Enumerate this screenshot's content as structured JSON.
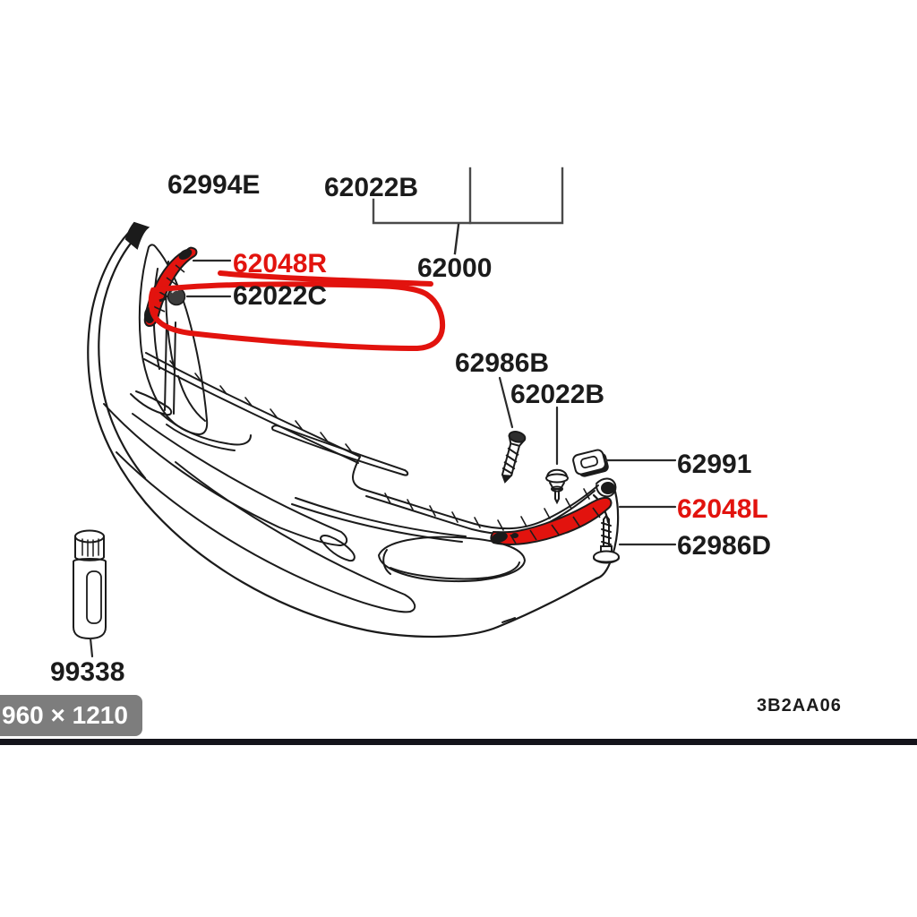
{
  "figure": {
    "drawing_code": "3B2AA06",
    "line_color": "#1b1b1b",
    "highlight_color": "#e2130e",
    "callouts": {
      "corner_piece": "62994E",
      "clip_top_bracket": "62022B",
      "bumper_assembly": "62000",
      "molding_right": "62048R",
      "screw_c": "62022C",
      "screw_b": "62986B",
      "clip_mid": "62022B",
      "grommet": "62991",
      "molding_left": "62048L",
      "screw_d": "62986D",
      "sealant_tube": "99338"
    },
    "highlighted_parts": [
      "62048R",
      "62048L"
    ]
  },
  "viewer": {
    "dimension_badge": "960 × 1210",
    "badge_bg": "#7d7d7d",
    "badge_text_color": "#ffffff",
    "bottom_bar_color": "#14141b"
  }
}
